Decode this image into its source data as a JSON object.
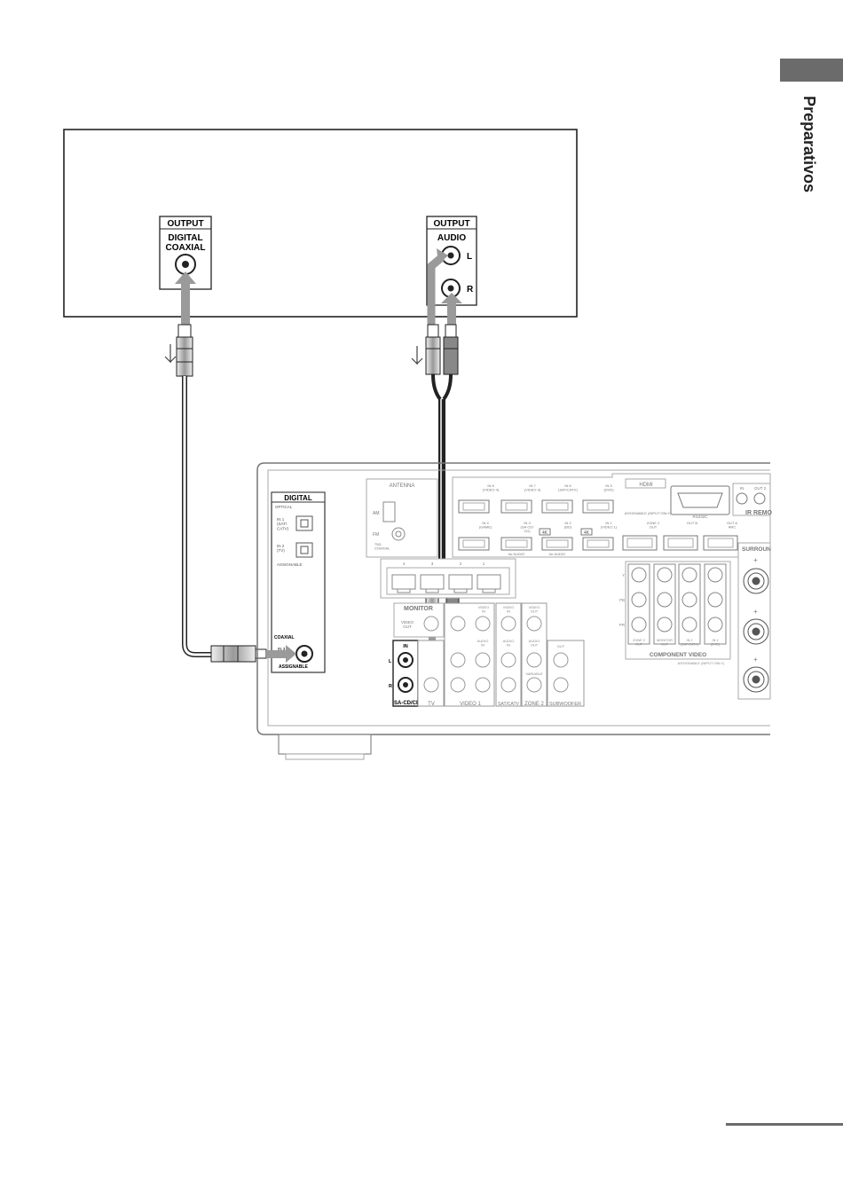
{
  "section_tab": {
    "label": "Preparativos",
    "color": "#6b6b6b"
  },
  "player": {
    "digital_out": {
      "header": "OUTPUT",
      "line1": "DIGITAL",
      "line2": "COAXIAL"
    },
    "audio_out": {
      "header": "OUTPUT",
      "line1": "AUDIO",
      "left": "L",
      "right": "R"
    }
  },
  "receiver": {
    "digital": {
      "title": "DIGITAL",
      "optical": "OPTICAL",
      "in1": "IN 1\n(SAT/\nCATV)",
      "in2": "IN 2\n(TV)",
      "assignable": "ASSIGNABLE",
      "coaxial": "COAXIAL",
      "in3": "IN 3\n(DVD)",
      "coax_assignable": "ASSIGNABLE"
    },
    "antenna": {
      "title": "ANTENNA",
      "am": "AM",
      "fm": "FM",
      "coaxial": "75Ω\nCOAXIAL"
    },
    "hdmi": {
      "title": "HDMI",
      "row1": [
        "IN 8\n(VIDEO 4)",
        "IN 7\n(VIDEO 3)",
        "IN 6\n(SAT/CATV)",
        "IN 5\n(DVD)"
      ],
      "assignable_note": "ASSIGNABLE (INPUT ONLY)",
      "row2": [
        "IN 4\n(GAME)",
        "IN 3\n(SA-CD/\nCD)",
        "IN 2\n(BD)",
        "IN 1\n(VIDEO 1)",
        "ZONE 2\nOUT",
        "OUT B",
        "OUT A\nARC"
      ],
      "badges": [
        "4K",
        "4K",
        "for AUDIO",
        "for AUDIO"
      ]
    },
    "rs232c": "RS232C",
    "ir": {
      "in": "IN",
      "out": "OUT 2",
      "title": "IR REMO"
    },
    "surround": "SURROUN",
    "plus": "+",
    "lan_labels": [
      "4",
      "3",
      "2",
      "1"
    ],
    "monitor": {
      "title": "MONITOR",
      "video_out": "VIDEO\nOUT"
    },
    "audio_inputs": {
      "in": "IN",
      "l": "L",
      "r": "R",
      "sacd": "SA-CD/CD",
      "columns": [
        "TV",
        "VIDEO 1",
        "SAT/CATV",
        "ZONE 2",
        "SUBWOOFER"
      ],
      "video_in": "VIDEO\nIN",
      "video_out": "VIDEO\nOUT",
      "audio_in": "AUDIO\nIN",
      "audio_out": "AUDIO\nOUT",
      "variable": "VARIABLE",
      "out": "OUT"
    },
    "component": {
      "title": "COMPONENT VIDEO",
      "rows": [
        "Y",
        "PB",
        "PR"
      ],
      "cols": [
        "ZONE 2\nOUT",
        "MONITOR\nOUT",
        "IN 2\n(SAT/CATV)",
        "IN 1\n(DVD)"
      ],
      "note": "ASSIGNABLE (INPUT ONLY)"
    }
  }
}
